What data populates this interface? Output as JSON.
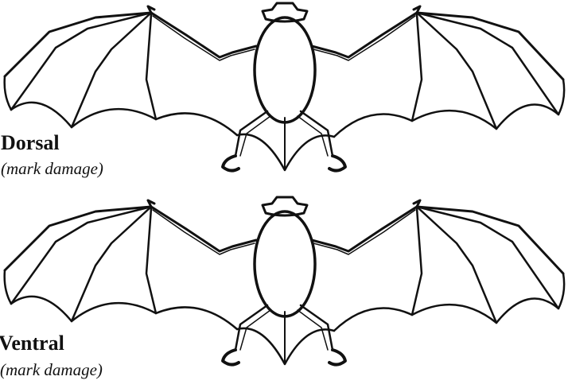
{
  "views": [
    {
      "title": "Dorsal",
      "note": "(mark damage)"
    },
    {
      "title": "Ventral",
      "note": "(mark damage)"
    }
  ]
}
